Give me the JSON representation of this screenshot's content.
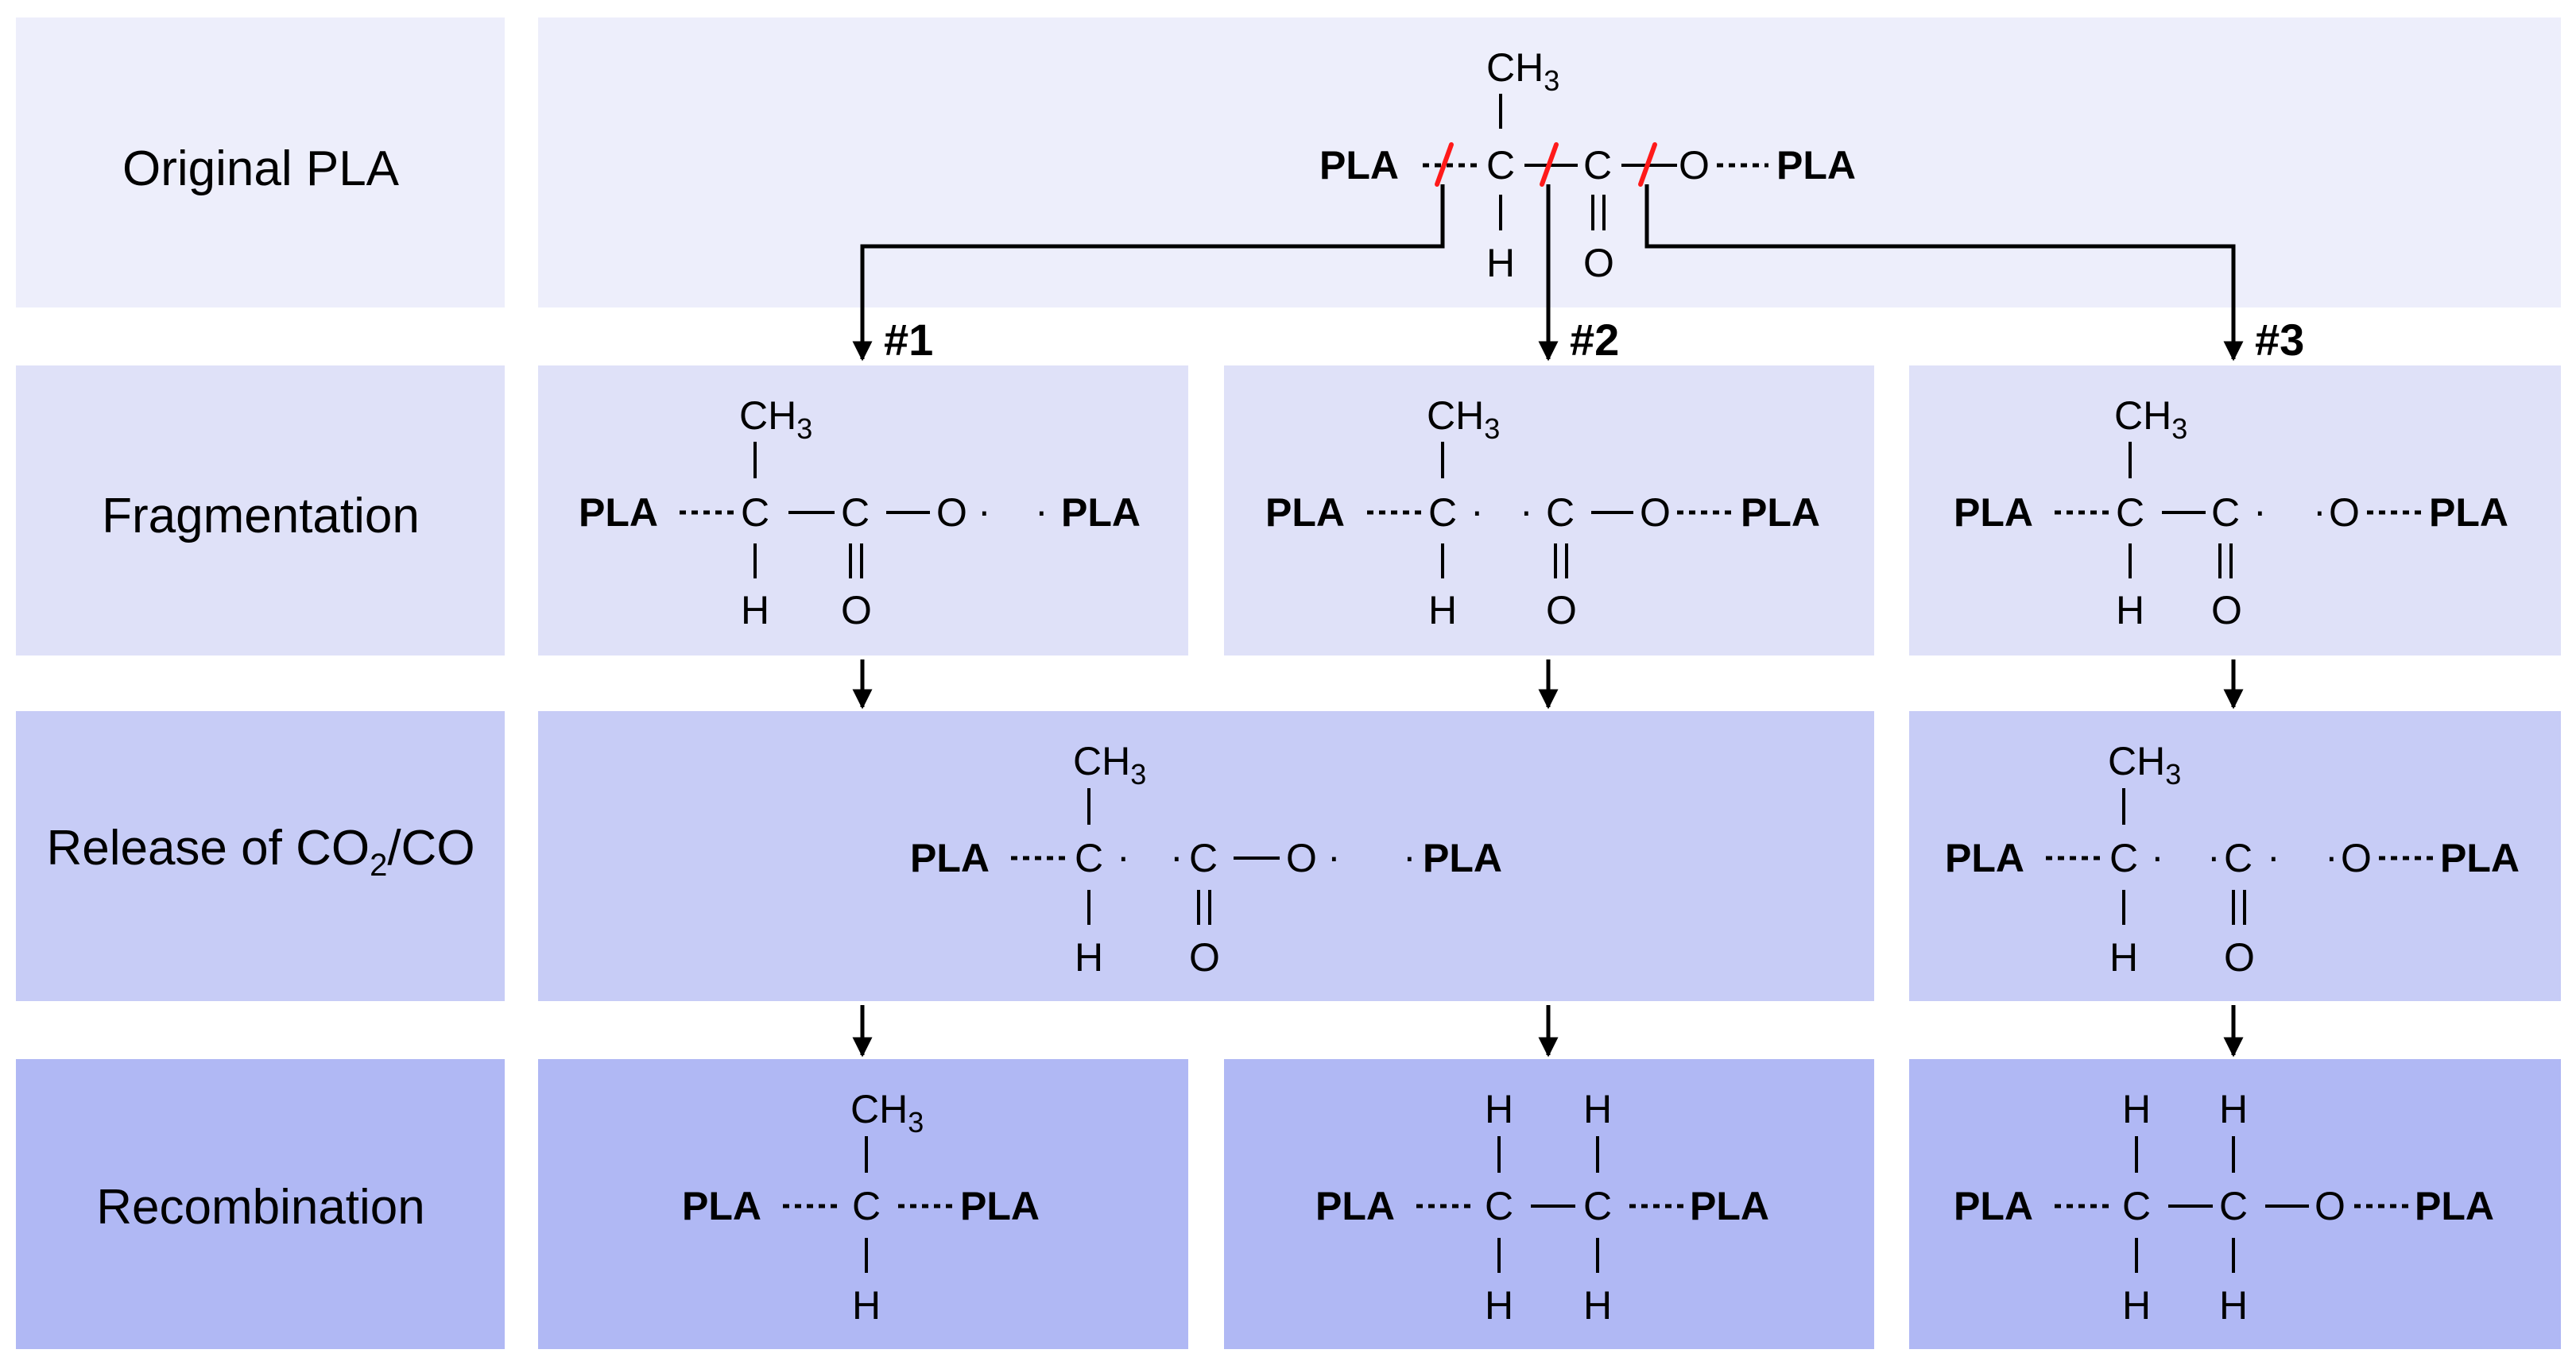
{
  "rows": {
    "original": "Original PLA",
    "fragmentation": "Fragmentation",
    "release_prefix": "Release of CO",
    "release_sub": "2",
    "release_suffix": "/CO",
    "recombination": "Recombination"
  },
  "atoms": {
    "pla": "PLA",
    "c": "C",
    "h": "H",
    "o": "O",
    "ch3_base": "CH",
    "ch3_sub": "3",
    "radical": "·"
  },
  "pathways": [
    "#1",
    "#2",
    "#3"
  ],
  "colors": {
    "row1": "#edeefb",
    "row2": "#dfe1f8",
    "row3": "#c7ccf6",
    "row4": "#b0b8f4",
    "cut_mark": "#ff1a1a"
  }
}
